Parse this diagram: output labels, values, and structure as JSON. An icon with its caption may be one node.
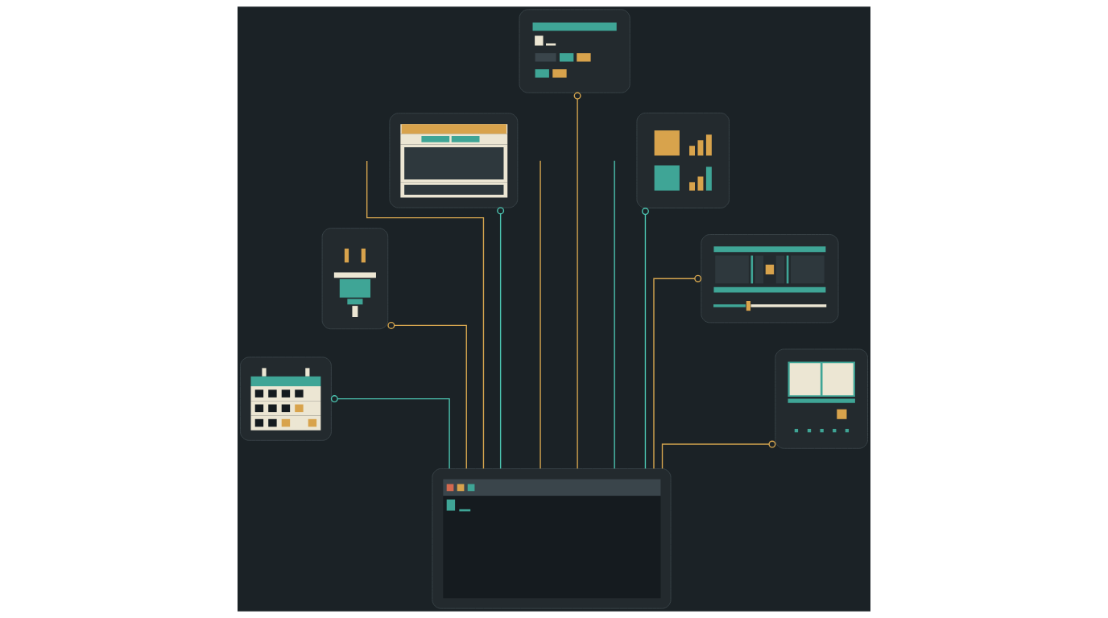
{
  "diagram": {
    "nodes": [
      {
        "text": [],
        "shape": "picture"
      },
      {
        "text": [],
        "shape": "picture"
      },
      {
        "text": [],
        "shape": "picture"
      },
      {
        "text": [],
        "shape": "picture"
      },
      {
        "text": [],
        "shape": "picture"
      },
      {
        "text": [],
        "shape": "picture"
      },
      {
        "text": [],
        "shape": "picture"
      },
      {
        "text": [],
        "shape": "picture"
      }
    ],
    "edges": [
      {
        "from": 6,
        "to": 5,
        "arrow": "other",
        "color": "#4cc4b0"
      },
      {
        "from": 6,
        "to": 3,
        "arrow": "other"
      },
      {
        "from": 6,
        "to": null,
        "arrow": "none"
      },
      {
        "from": 6,
        "to": 0,
        "arrow": "other",
        "color": "#4cc4b0"
      },
      {
        "from": 6,
        "to": null,
        "arrow": "none"
      },
      {
        "from": 6,
        "to": 1,
        "arrow": "other"
      },
      {
        "from": 6,
        "to": null,
        "arrow": "none",
        "color": "#4cc4b0"
      },
      {
        "from": 6,
        "to": 2,
        "arrow": "other",
        "color": "#4cc4b0"
      },
      {
        "from": 6,
        "to": 4,
        "arrow": "other"
      },
      {
        "from": 6,
        "to": 7,
        "arrow": "other"
      }
    ]
  }
}
